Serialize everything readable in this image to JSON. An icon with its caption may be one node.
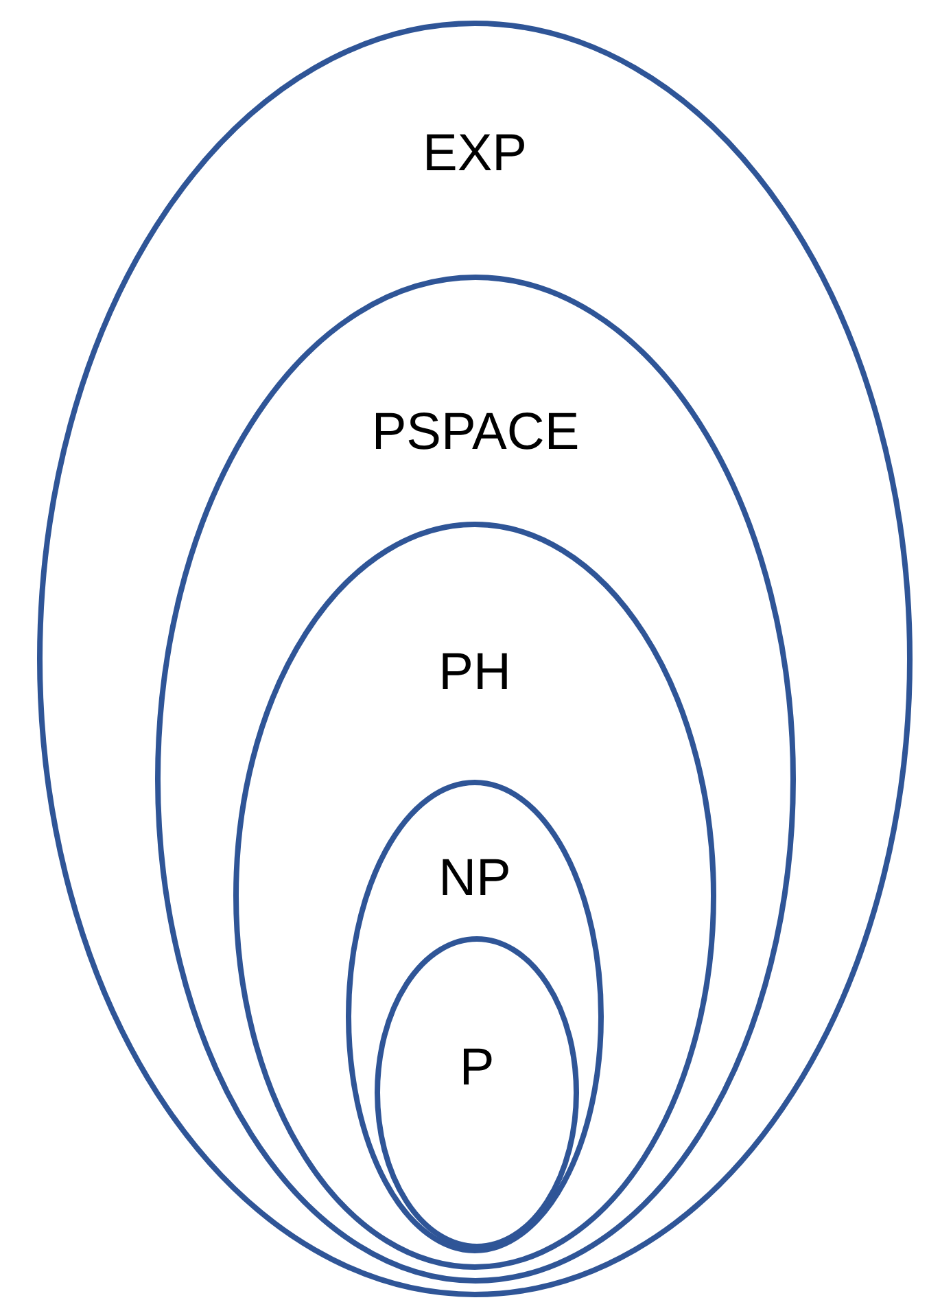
{
  "diagram": {
    "nodes": [
      {
        "text": [
          "EXP"
        ]
      },
      {
        "text": [
          "PSPACE"
        ],
        "in": 0
      },
      {
        "text": [
          "PH"
        ],
        "in": 1
      },
      {
        "text": [
          "NP"
        ],
        "in": 2
      },
      {
        "text": [
          "P"
        ],
        "in": 3
      }
    ]
  }
}
